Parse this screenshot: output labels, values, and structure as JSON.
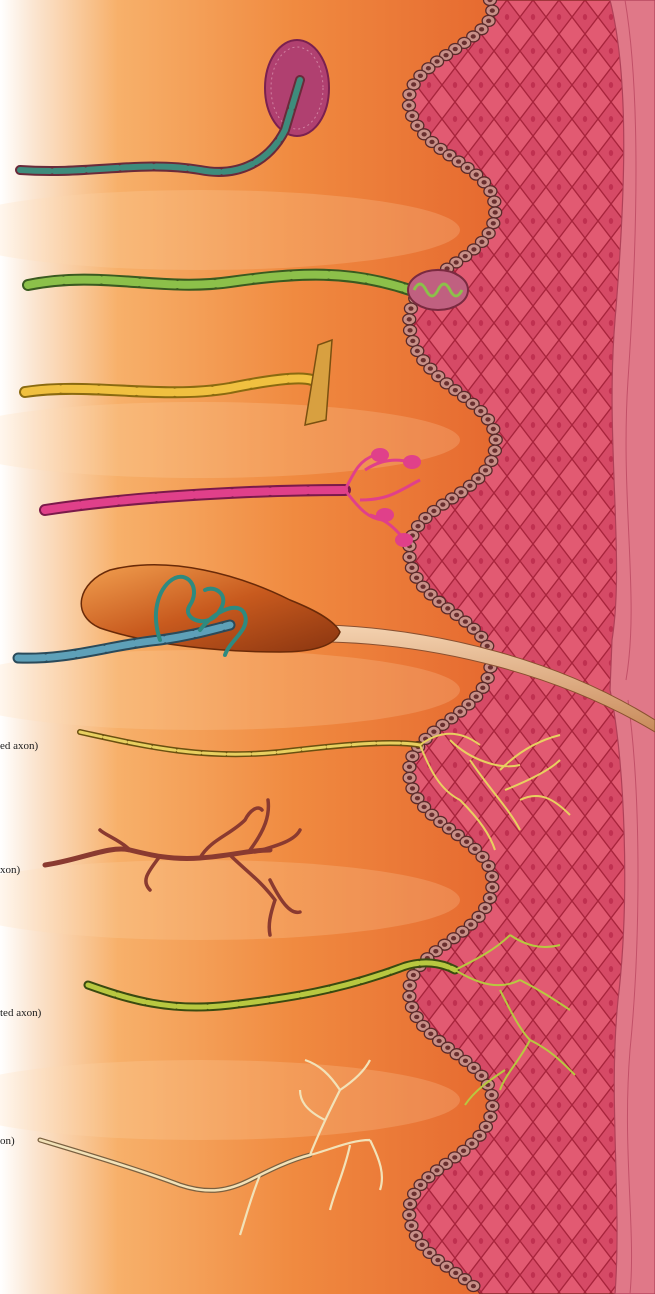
{
  "labels": {
    "l1": "ed axon)",
    "l2": "xon)",
    "l3": "ted axon)",
    "l4": "on)"
  },
  "receptors": [
    {
      "name": "encapsulated-ending",
      "axon": "myelinated",
      "color": "#3e8c7c"
    },
    {
      "name": "bulboid-ending",
      "axon": "myelinated",
      "color": "#8cc04a"
    },
    {
      "name": "expanded-tip-ending",
      "axon": "myelinated",
      "color": "#f0c040"
    },
    {
      "name": "tactile-disc-ending",
      "axon": "myelinated",
      "color": "#e0408a"
    },
    {
      "name": "hair-follicle-ending",
      "axon": "myelinated",
      "color": "#5ea0b8"
    },
    {
      "name": "free-ending-1",
      "axon": "thinly myelinated",
      "color": "#e8d060"
    },
    {
      "name": "free-ending-2",
      "axon": "unmyelinated",
      "color": "#8a3a30"
    },
    {
      "name": "free-ending-3",
      "axon": "thinly myelinated",
      "color": "#b8c840"
    },
    {
      "name": "free-ending-4",
      "axon": "unmyelinated",
      "color": "#f2e2b8"
    }
  ],
  "colors": {
    "dermis_light": "#ffffff",
    "dermis_mid": "#f5a050",
    "dermis_dark": "#e0622e",
    "epidermis": "#d04a60",
    "epidermis_pattern": "#a8243c",
    "basal_cell": "#b88078",
    "stratum_outer": "#e07888",
    "hair": "#e8b890"
  }
}
